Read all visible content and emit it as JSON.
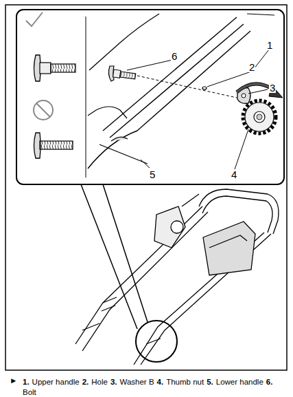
{
  "diagram": {
    "labels": [
      "1",
      "6",
      "2",
      "3",
      "4",
      "5",
      "►",
      "1.",
      "Upper handle",
      "2.",
      "Hole",
      "3.",
      "Washer B",
      "4.",
      "Thumb nut",
      "5.",
      "Lower handle",
      "6.",
      "Bolt"
    ]
  }
}
